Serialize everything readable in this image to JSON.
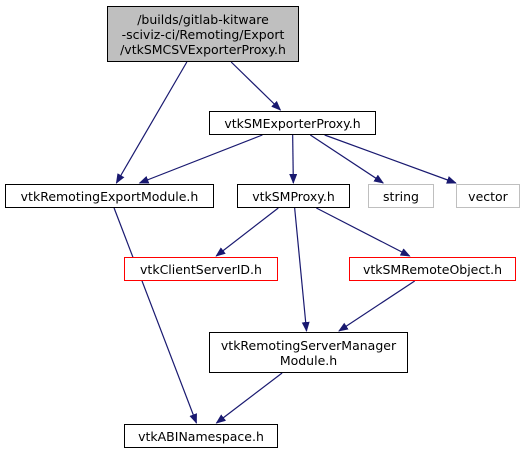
{
  "colors": {
    "edge": "#191970",
    "focus_fill": "#bfbfbf",
    "missing_border": "#ff0000",
    "system_border": "#bfbfbf",
    "default_border": "#000000"
  },
  "nodes": [
    {
      "id": "n0",
      "kind": "focus",
      "lines": [
        "/builds/gitlab-kitware",
        "-sciviz-ci/Remoting/Export",
        "/vtkSMCSVExporterProxy.h"
      ]
    },
    {
      "id": "n1",
      "kind": "default",
      "lines": [
        "vtkSMExporterProxy.h"
      ]
    },
    {
      "id": "n2",
      "kind": "default",
      "lines": [
        "vtkRemotingExportModule.h"
      ]
    },
    {
      "id": "n3",
      "kind": "default",
      "lines": [
        "vtkSMProxy.h"
      ]
    },
    {
      "id": "n4",
      "kind": "system",
      "lines": [
        "string"
      ]
    },
    {
      "id": "n5",
      "kind": "system",
      "lines": [
        "vector"
      ]
    },
    {
      "id": "n6",
      "kind": "missing",
      "lines": [
        "vtkClientServerID.h"
      ]
    },
    {
      "id": "n7",
      "kind": "missing",
      "lines": [
        "vtkSMRemoteObject.h"
      ]
    },
    {
      "id": "n8",
      "kind": "default",
      "lines": [
        "vtkRemotingServerManager",
        "Module.h"
      ]
    },
    {
      "id": "n9",
      "kind": "default",
      "lines": [
        "vtkABINamespace.h"
      ]
    }
  ],
  "edges": [
    {
      "from": "n0",
      "to": "n1"
    },
    {
      "from": "n0",
      "to": "n2"
    },
    {
      "from": "n1",
      "to": "n2"
    },
    {
      "from": "n1",
      "to": "n3"
    },
    {
      "from": "n1",
      "to": "n4"
    },
    {
      "from": "n1",
      "to": "n5"
    },
    {
      "from": "n2",
      "to": "n9"
    },
    {
      "from": "n3",
      "to": "n6"
    },
    {
      "from": "n3",
      "to": "n7"
    },
    {
      "from": "n3",
      "to": "n8"
    },
    {
      "from": "n7",
      "to": "n8"
    },
    {
      "from": "n8",
      "to": "n9"
    }
  ]
}
